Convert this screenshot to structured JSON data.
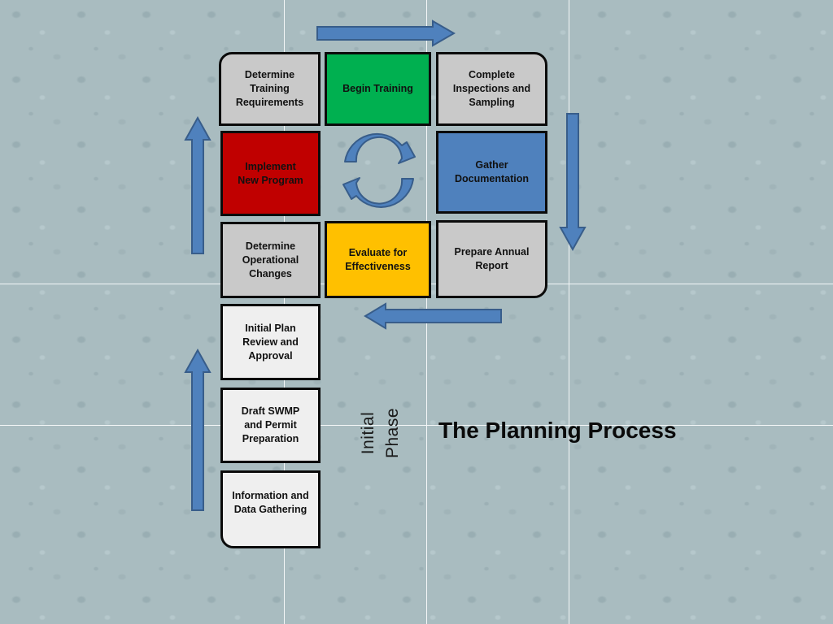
{
  "title": "The Planning Process",
  "side_label": "Initial Phase",
  "colors": {
    "background": "#a9bcc0",
    "arrow_blue": "#4f81bd",
    "arrow_outline": "#385d8a",
    "green": "#00b050",
    "red": "#c00000",
    "blue": "#4f81bd",
    "yellow": "#ffc000",
    "grey": "#c9c9c9",
    "light": "#efefef"
  },
  "cycle_boxes": [
    {
      "id": "determine-training-requirements",
      "label": "Determine\nTraining\nRequirements",
      "color": "#c9c9c9"
    },
    {
      "id": "begin-training",
      "label": "Begin Training",
      "color": "#00b050"
    },
    {
      "id": "complete-inspections",
      "label": "Complete\nInspections and\nSampling",
      "color": "#c9c9c9"
    },
    {
      "id": "implement-new-program",
      "label": "Implement\nNew Program",
      "color": "#c00000"
    },
    {
      "id": "gather-documentation",
      "label": "Gather\nDocumentation",
      "color": "#4f81bd"
    },
    {
      "id": "determine-operational-changes",
      "label": "Determine\nOperational\nChanges",
      "color": "#c9c9c9"
    },
    {
      "id": "evaluate-effectiveness",
      "label": "Evaluate for\nEffectiveness",
      "color": "#ffc000"
    },
    {
      "id": "prepare-annual-report",
      "label": "Prepare Annual\nReport",
      "color": "#c9c9c9"
    }
  ],
  "initial_phase_boxes": [
    {
      "id": "initial-plan-review",
      "label": "Initial Plan\nReview and\nApproval"
    },
    {
      "id": "draft-swmp",
      "label": "Draft SWMP\nand Permit\nPreparation"
    },
    {
      "id": "information-gathering",
      "label": "Information and\nData Gathering"
    }
  ],
  "arrows": [
    {
      "id": "top-right-arrow",
      "direction": "right"
    },
    {
      "id": "right-down-arrow",
      "direction": "down"
    },
    {
      "id": "bottom-left-arrow",
      "direction": "left"
    },
    {
      "id": "left-up-arrow-upper",
      "direction": "up"
    },
    {
      "id": "left-up-arrow-lower",
      "direction": "up"
    },
    {
      "id": "center-cycle-arrows",
      "direction": "clockwise"
    }
  ]
}
